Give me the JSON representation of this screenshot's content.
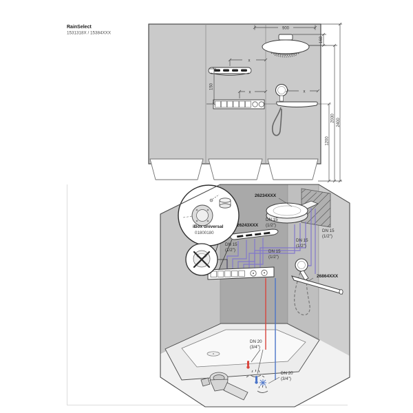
{
  "header": {
    "title": "RainSelect",
    "subtitle": "1531318X / 15384XXX"
  },
  "elevation": {
    "dim_width_top": "900",
    "dim_head": "168",
    "dim_height_total": "2400",
    "dim_height_overhead": "2030",
    "dim_height_control": "1200",
    "dim_offset": "150",
    "dim_variable": "x"
  },
  "installation": {
    "part_overhead_round": "26234XXX",
    "part_overhead_flat": "26243XXX",
    "part_hand_shower": "26864XXX",
    "ibox_name": "iBox universal",
    "ibox_code": "01800180",
    "dn15_line1": "DN 15",
    "dn15_line2": "(1/2\")",
    "dn20_line1": "DN 20",
    "dn20_line2": "(3/4\")"
  },
  "colors": {
    "pipe": "#8278cb",
    "hot": "#d9453c",
    "cold": "#4a74c9",
    "wall_light": "#cacaca",
    "wall_mid": "#a9a9a9"
  }
}
